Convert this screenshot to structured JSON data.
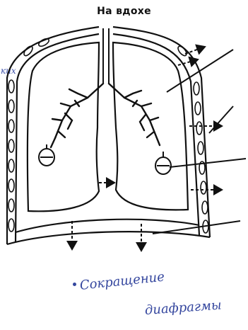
{
  "figure": {
    "title": "На вдохе",
    "side_label": "ких",
    "handwritten_note": {
      "line1": "Сокращение",
      "line2": "диафрагмы"
    }
  }
}
